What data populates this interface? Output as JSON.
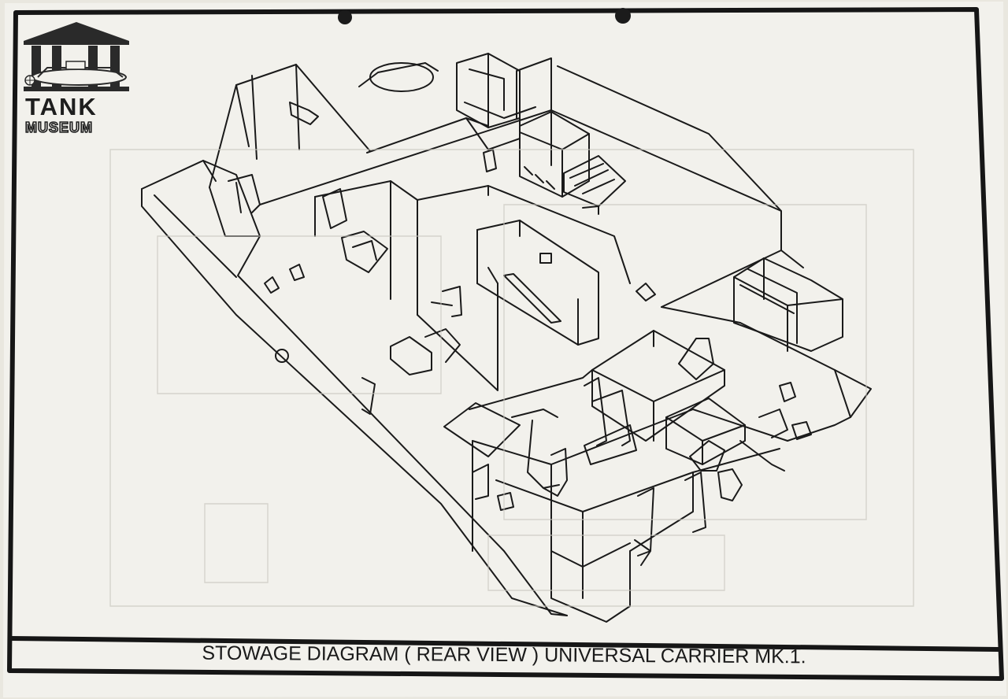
{
  "logo": {
    "line1": "TANK",
    "line2": "MUSEUM",
    "icon": "temple-with-tank-icon"
  },
  "caption": "STOWAGE DIAGRAM ( REAR VIEW ) UNIVERSAL CARRIER MK.1.",
  "colors": {
    "paper": "#f2f1ec",
    "ink": "#1a1a1a",
    "background": "#ebe9e2"
  }
}
